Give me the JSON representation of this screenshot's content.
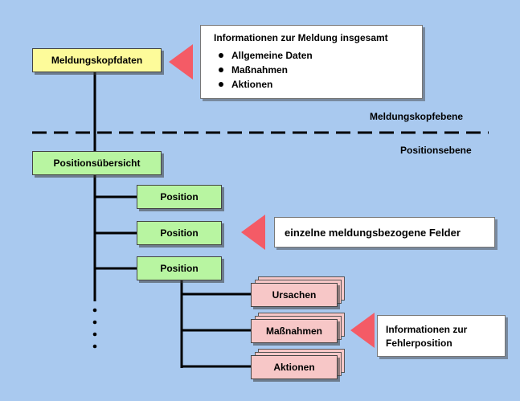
{
  "header_box": {
    "label": "Meldungskopfdaten"
  },
  "header_info": {
    "title": "Informationen zur Meldung insgesamt",
    "bullets": [
      "Allgemeine Daten",
      "Maßnahmen",
      "Aktionen"
    ]
  },
  "levels": {
    "header": "Meldungskopfebene",
    "position": "Positionsebene"
  },
  "overview_box": {
    "label": "Positionsübersicht"
  },
  "positions": [
    "Position",
    "Position",
    "Position"
  ],
  "fields_info": {
    "label": "einzelne meldungsbezogene Felder"
  },
  "sub_items": [
    "Ursachen",
    "Maßnahmen",
    "Aktionen"
  ],
  "error_info": {
    "line1": "Informationen zur",
    "line2": "Fehlerposition"
  },
  "colors": {
    "background": "#a9c9ef",
    "header_box": "#fdfb9a",
    "green_box": "#b8f5a1",
    "pink_box": "#f7c7c7",
    "pointer": "#f45b66"
  }
}
